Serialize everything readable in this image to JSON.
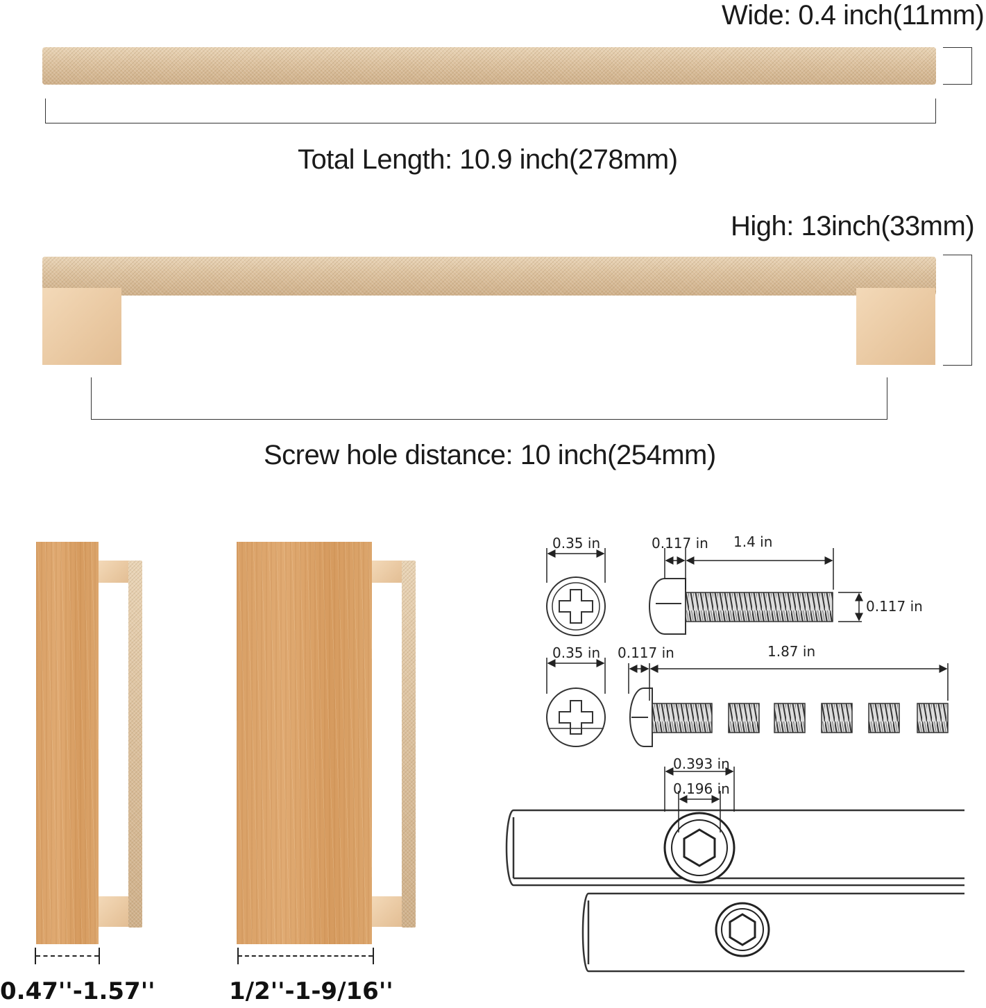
{
  "labels": {
    "wide": "Wide: 0.4 inch(11mm)",
    "total_length": "Total Length: 10.9 inch(278mm)",
    "high": "High: 13inch(33mm)",
    "screw_hole": "Screw hole distance: 10 inch(254mm)",
    "door_thickness_a": "0.47''-1.57''",
    "door_thickness_b": "1/2''-1-9/16''"
  },
  "screw_specs": {
    "screw1_head_dia": "0.35 in",
    "screw1_head_len": "0.117 in",
    "screw1_length": "1.4 in",
    "screw1_thread_dia": "0.117 in",
    "screw2_head_dia": "0.35 in",
    "screw2_head_len": "0.117 in",
    "screw2_length": "1.87 in",
    "hex_outer_dia": "0.393 in",
    "hex_inner_dia": "0.196 in"
  },
  "colors": {
    "brass": "#dcc19e",
    "foot": "#ecc9a2",
    "wood": "#dca66d"
  }
}
